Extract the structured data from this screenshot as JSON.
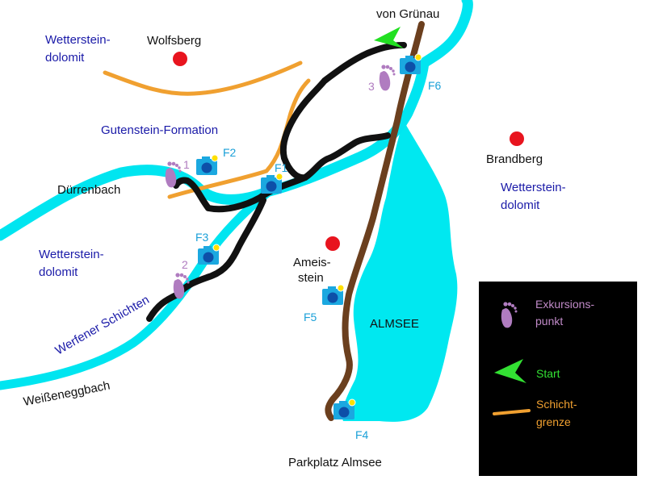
{
  "map": {
    "places": {
      "von_gruenau": "von Grünau",
      "wolfsberg": "Wolfsberg",
      "brandberg": "Brandberg",
      "duerrenbach": "Dürrenbach",
      "ameisstein_line1": "Ameis-",
      "ameisstein_line2": "stein",
      "almsee": "ALMSEE",
      "weisseneggbach": "Weißeneggbach",
      "parkplatz": "Parkplatz Almsee"
    },
    "geology": {
      "wetterstein_nw_1": "Wetterstein-",
      "wetterstein_nw_2": "dolomit",
      "gutenstein": "Gutenstein-Formation",
      "wetterstein_w_1": "Wetterstein-",
      "wetterstein_w_2": "dolomit",
      "wetterstein_e_1": "Wetterstein-",
      "wetterstein_e_2": "dolomit",
      "werfener": "Werfener Schichten"
    },
    "photo_points": [
      "F1",
      "F2",
      "F3",
      "F4",
      "F5",
      "F6"
    ],
    "excursion_points": [
      "1",
      "2",
      "3"
    ],
    "colors": {
      "water": "#00e5f0",
      "lake": "#00e8f0",
      "route": "#111111",
      "road": "#6b3f1e",
      "boundary": "#f0a030",
      "peak": "#e8141e",
      "camera": "#1ba8e0",
      "foot": "#b07cc0",
      "start": "#22e022"
    }
  },
  "legend": {
    "excursion_1": "Exkursions-",
    "excursion_2": "punkt",
    "start": "Start",
    "boundary_1": "Schicht-",
    "boundary_2": "grenze",
    "colors": {
      "background": "#000000",
      "excursion": "#c08ac8",
      "start": "#33e033",
      "boundary": "#f0a030"
    }
  }
}
